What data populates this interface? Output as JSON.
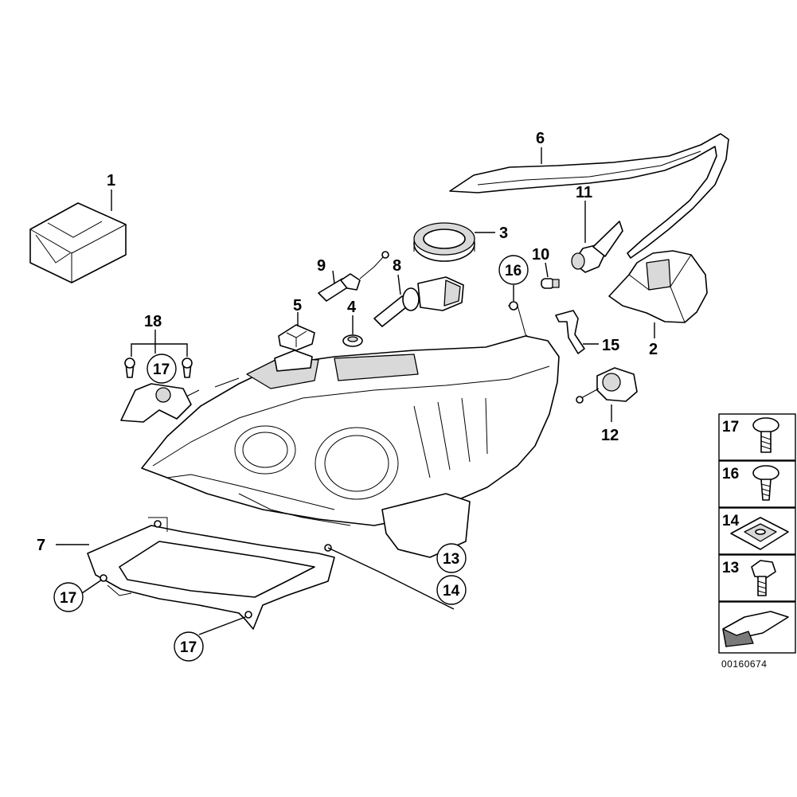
{
  "diagram_code": "00160674",
  "callouts": {
    "c1": "1",
    "c2": "2",
    "c3": "3",
    "c4": "4",
    "c5": "5",
    "c6": "6",
    "c7": "7",
    "c8": "8",
    "c9": "9",
    "c10": "10",
    "c11": "11",
    "c12": "12",
    "c13": "13",
    "c14": "14",
    "c15": "15",
    "c16": "16",
    "c17a": "17",
    "c17b": "17",
    "c17c": "17",
    "c18": "18"
  },
  "legend": {
    "r1": "17",
    "r2": "16",
    "r3": "14",
    "r4": "13"
  }
}
